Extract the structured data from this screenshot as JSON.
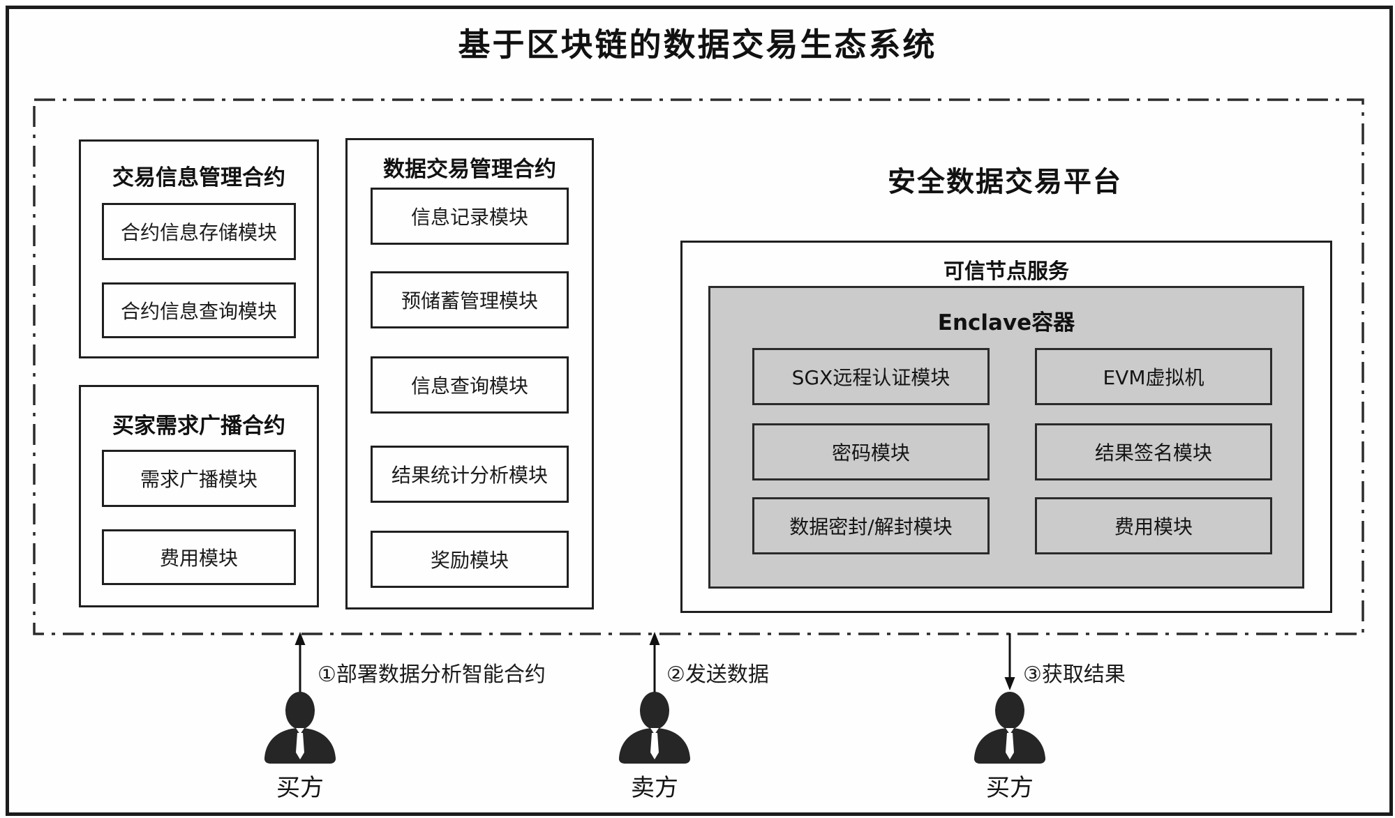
{
  "diagram": {
    "title": "基于区块链的数据交易生态系统"
  },
  "contracts": {
    "transaction_info": {
      "title": "交易信息管理合约",
      "modules": [
        "合约信息存储模块",
        "合约信息查询模块"
      ]
    },
    "buyer_demand": {
      "title": "买家需求广播合约",
      "modules": [
        "需求广播模块",
        "费用模块"
      ]
    },
    "data_trading": {
      "title": "数据交易管理合约",
      "modules": [
        "信息记录模块",
        "预储蓄管理模块",
        "信息查询模块",
        "结果统计分析模块",
        "奖励模块"
      ]
    }
  },
  "platform": {
    "title": "安全数据交易平台",
    "trusted_node": {
      "title": "可信节点服务",
      "enclave": {
        "title": "Enclave容器",
        "modules": [
          "SGX远程认证模块",
          "EVM虚拟机",
          "密码模块",
          "结果签名模块",
          "数据密封/解封模块",
          "费用模块"
        ]
      }
    }
  },
  "actors": [
    {
      "step_label": "①部署数据分析智能合约",
      "role": "买方",
      "arrow_direction": "up"
    },
    {
      "step_label": "②发送数据",
      "role": "卖方",
      "arrow_direction": "up"
    },
    {
      "step_label": "③获取结果",
      "role": "买方",
      "arrow_direction": "down"
    }
  ],
  "colors": {
    "line": "#1f1f1f",
    "enclave_fill": "#cbcbcb",
    "background": "#fefefe"
  }
}
